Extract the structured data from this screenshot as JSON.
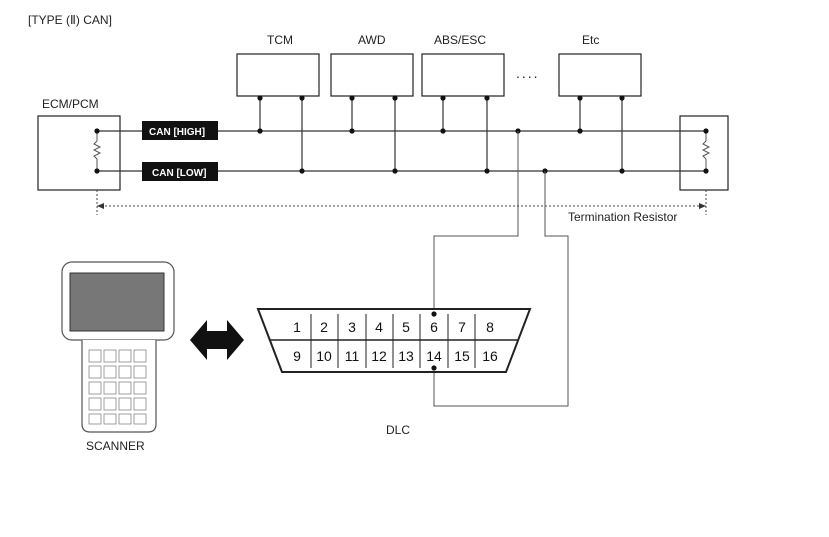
{
  "title": "[TYPE (Ⅱ) CAN]",
  "modules": {
    "ecm": "ECM/PCM",
    "tcm": "TCM",
    "awd": "AWD",
    "abs": "ABS/ESC",
    "ellipsis": "....",
    "etc": "Etc"
  },
  "bus": {
    "high_label": "CAN [HIGH]",
    "low_label": "CAN [LOW]"
  },
  "termination_label": "Termination Resistor",
  "dlc": {
    "label": "DLC",
    "top_pins": [
      "1",
      "2",
      "3",
      "4",
      "5",
      "6",
      "7",
      "8"
    ],
    "bottom_pins": [
      "9",
      "10",
      "11",
      "12",
      "13",
      "14",
      "15",
      "16"
    ]
  },
  "scanner_label": "SCANNER"
}
